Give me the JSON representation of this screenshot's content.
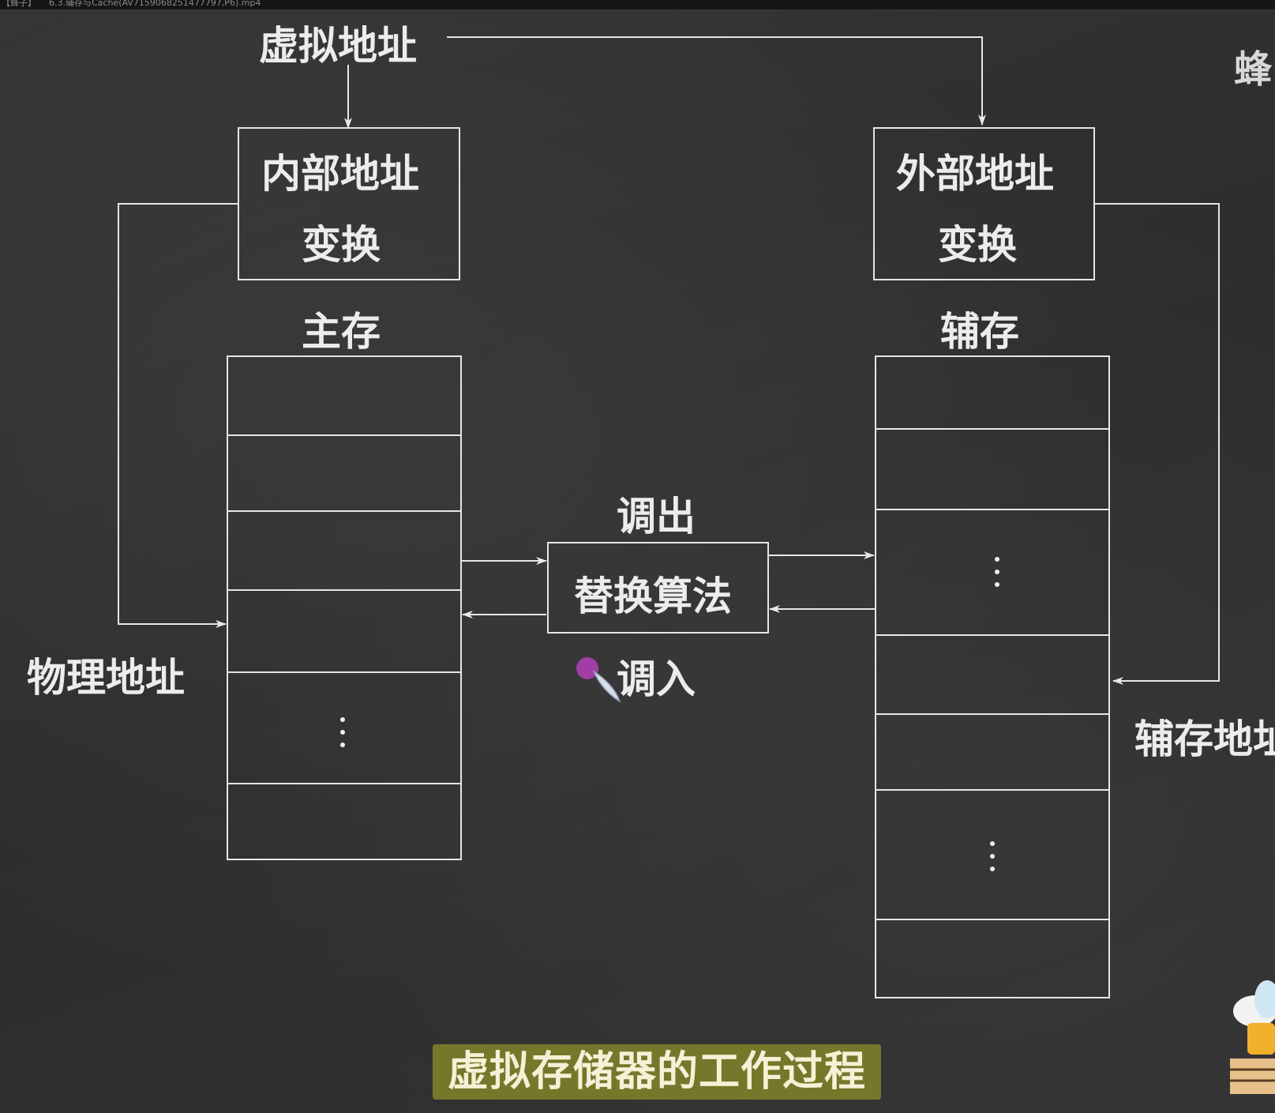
{
  "window": {
    "title_left": "【蜂子】",
    "title_file": "6.3.辅存与Cache(AV7159068251477797,P6).mp4"
  },
  "diagram": {
    "virtual_address": "虚拟地址",
    "internal_transform": {
      "line1": "内部地址",
      "line2": "变换"
    },
    "external_transform": {
      "line1": "外部地址",
      "line2": "变换"
    },
    "main_memory": "主存",
    "aux_memory": "辅存",
    "physical_address": "物理地址",
    "aux_address": "辅存地址",
    "swap_out": "调出",
    "swap_in": "调入",
    "replacement_algorithm": "替换算法",
    "ellipsis": "⋮",
    "corner_brand": "蜂"
  },
  "caption": "虚拟存储器的工作过程"
}
